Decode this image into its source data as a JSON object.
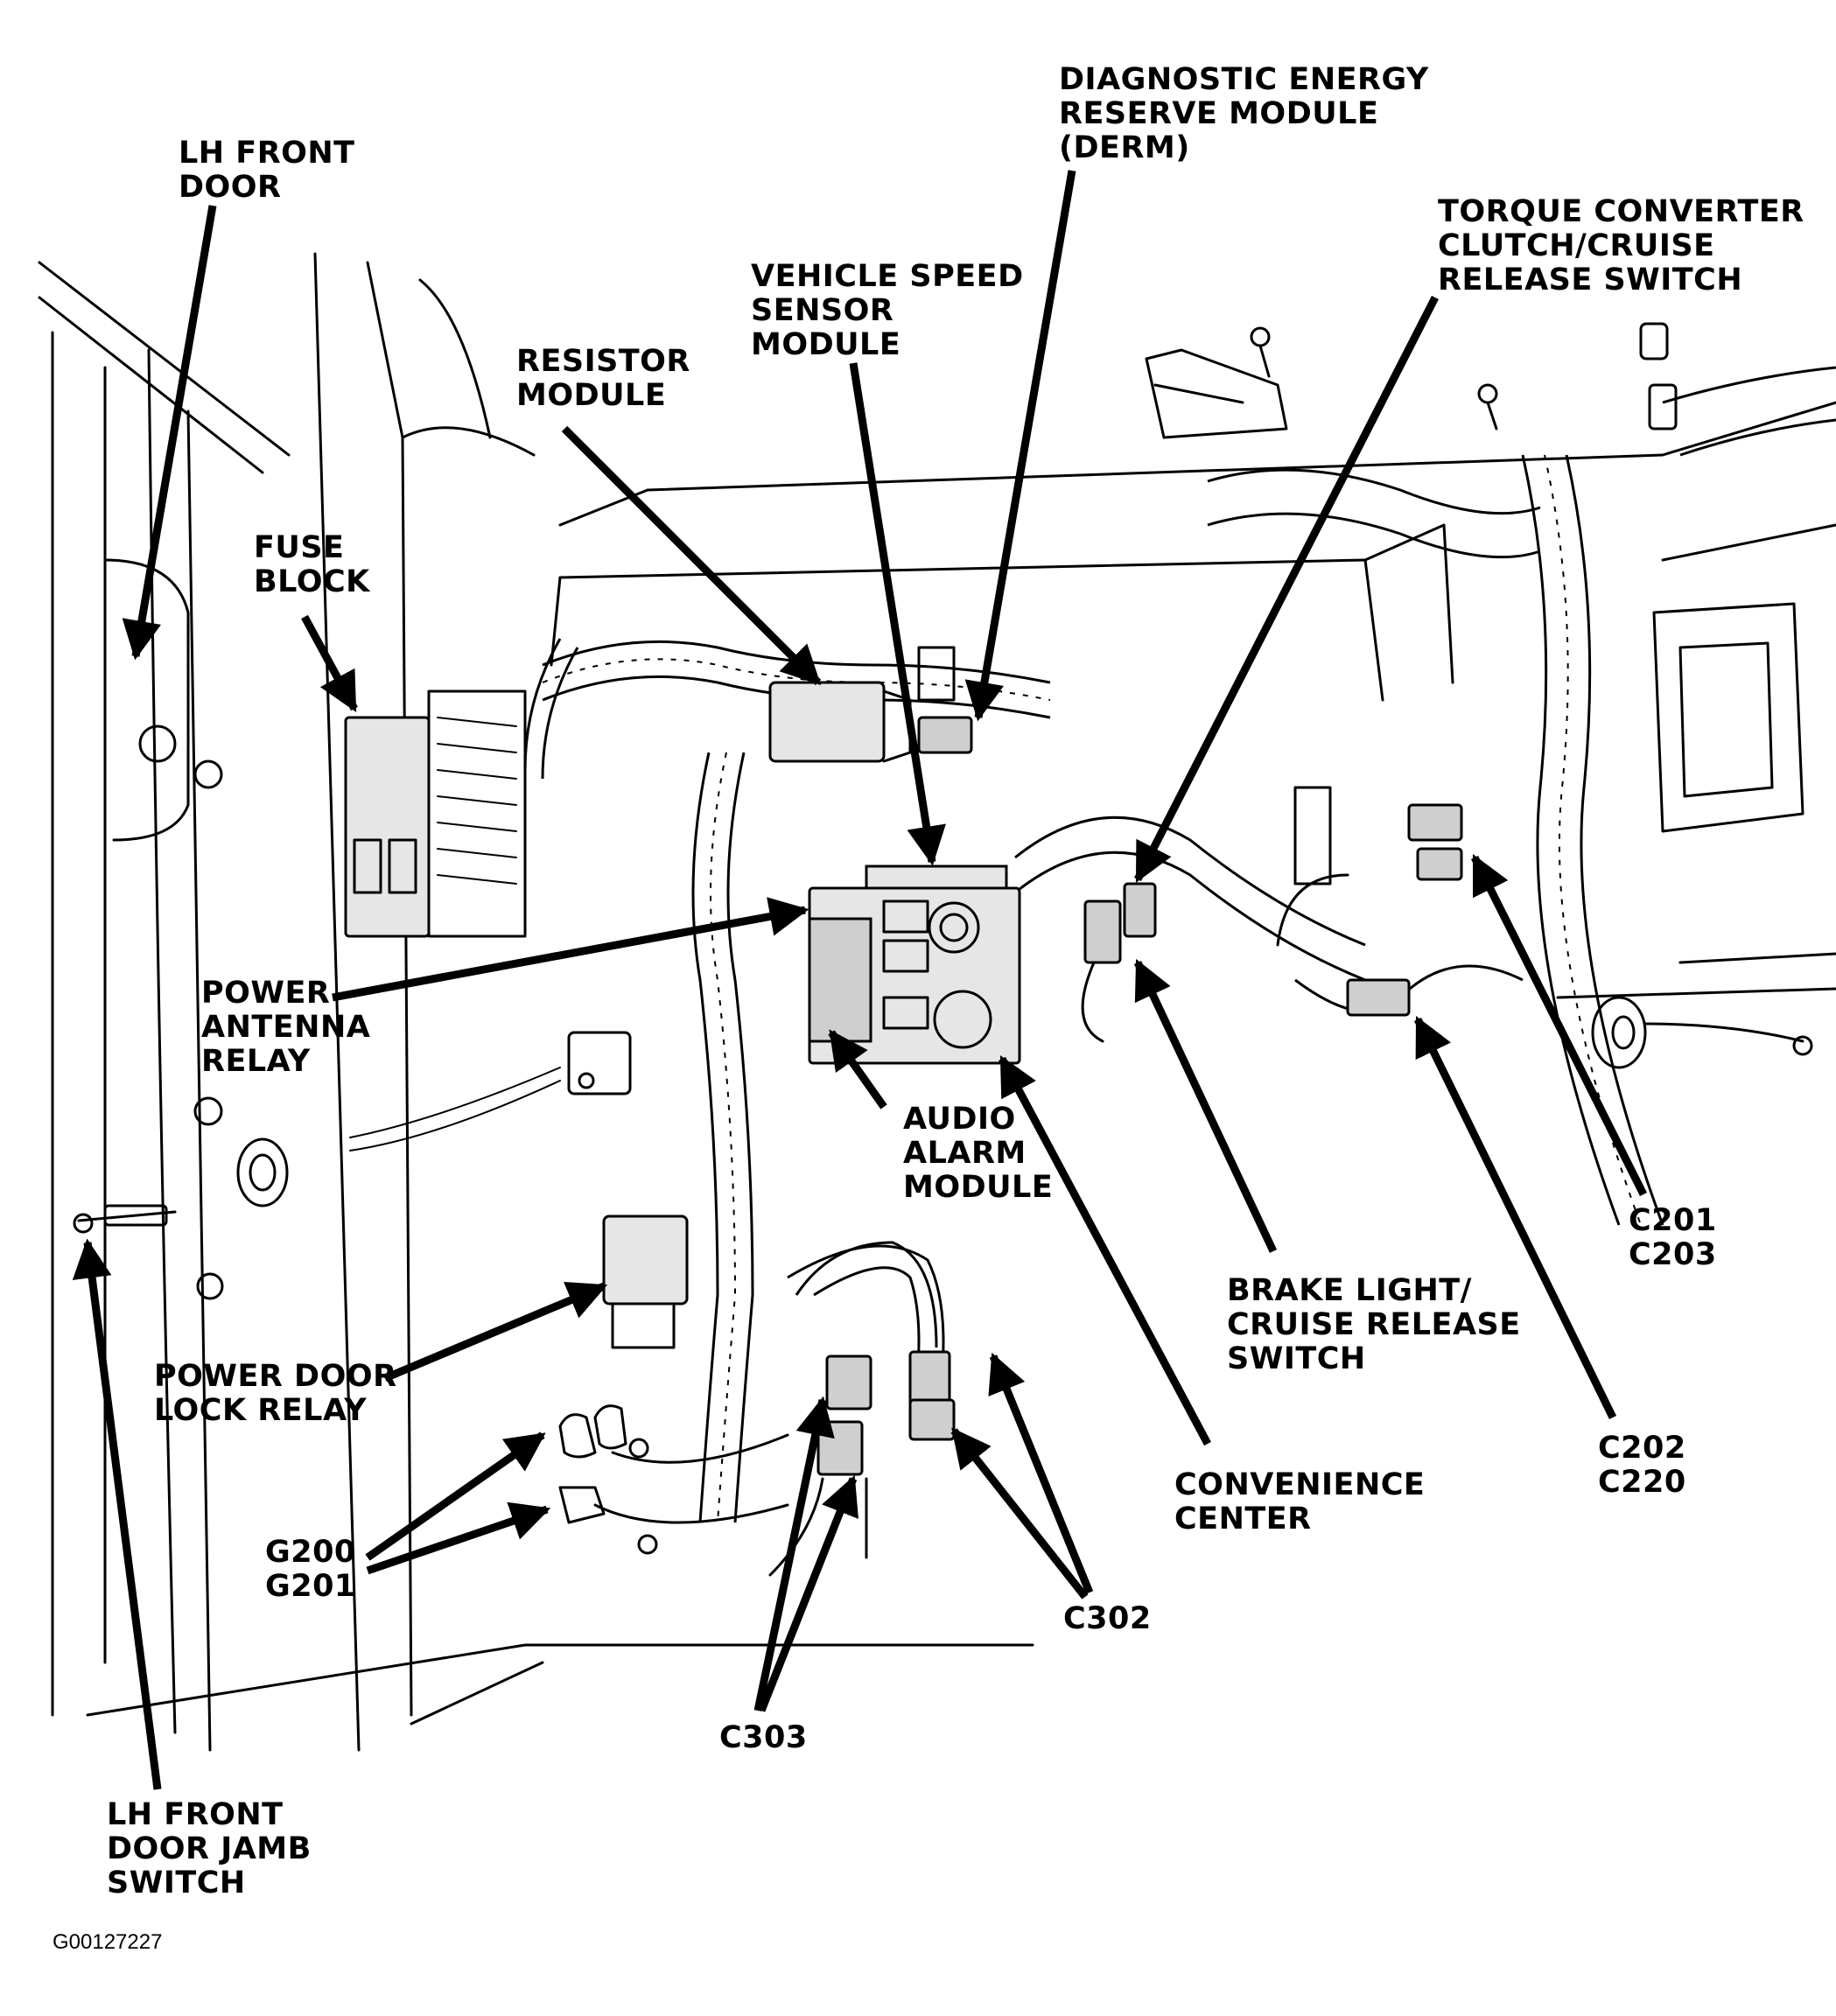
{
  "figure": {
    "code": "G00127227",
    "background": "#ffffff",
    "ink": "#000000"
  },
  "labels": {
    "lh_front_door": [
      "LH FRONT",
      "DOOR"
    ],
    "fuse_block": [
      "FUSE",
      "BLOCK"
    ],
    "resistor_module": [
      "RESISTOR",
      "MODULE"
    ],
    "vehicle_speed_sensor_module": [
      "VEHICLE SPEED",
      "SENSOR",
      "MODULE"
    ],
    "derm": [
      "DIAGNOSTIC ENERGY",
      "RESERVE MODULE",
      "(DERM)"
    ],
    "tcc_cruise_release_switch": [
      "TORQUE CONVERTER",
      "CLUTCH/CRUISE",
      "RELEASE SWITCH"
    ],
    "power_antenna_relay": [
      "POWER",
      "ANTENNA",
      "RELAY"
    ],
    "audio_alarm_module": [
      "AUDIO",
      "ALARM",
      "MODULE"
    ],
    "brake_light_cruise_release_switch": [
      "BRAKE LIGHT/",
      "CRUISE RELEASE",
      "SWITCH"
    ],
    "c201_c203": [
      "C201",
      "C203"
    ],
    "power_door_lock_relay": [
      "POWER DOOR",
      "LOCK RELAY"
    ],
    "g200_g201": [
      "G200",
      "G201"
    ],
    "convenience_center": [
      "CONVENIENCE",
      "CENTER"
    ],
    "c202_c220": [
      "C202",
      "C220"
    ],
    "c302": [
      "C302"
    ],
    "c303": [
      "C303"
    ],
    "lh_front_door_jamb_switch": [
      "LH FRONT",
      "DOOR JAMB",
      "SWITCH"
    ]
  }
}
